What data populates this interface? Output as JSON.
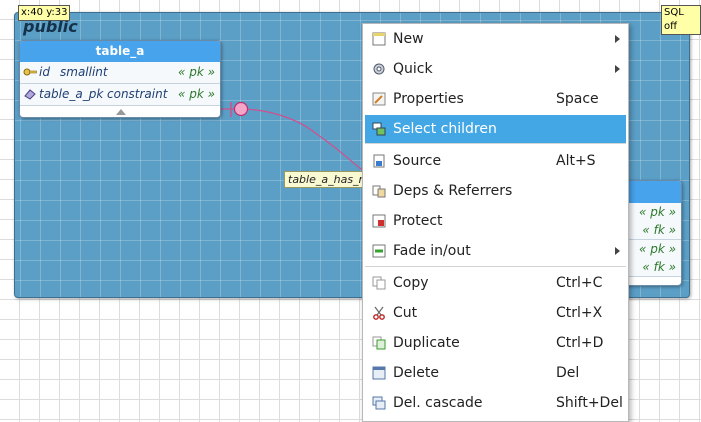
{
  "canvas": {
    "coord": "x:40 y:33",
    "sql_toggle": "SQL off"
  },
  "schema": {
    "name": "public"
  },
  "table_a": {
    "name": "table_a",
    "columns": [
      {
        "name": "id",
        "type": "smallint",
        "constraint": "« pk »",
        "icon": "key-icon"
      },
      {
        "name": "table_a_pk",
        "type": "constraint",
        "constraint": "« pk »",
        "icon": "constraint-icon"
      }
    ]
  },
  "table_b": {
    "constraints": [
      "« pk »",
      "« fk »",
      "« pk »",
      "« fk »"
    ]
  },
  "relationship": {
    "label": "table_a_has_ma"
  },
  "context_menu": {
    "items": [
      {
        "label": "New",
        "shortcut": "",
        "submenu": true,
        "icon": "new-icon"
      },
      {
        "label": "Quick",
        "shortcut": "",
        "submenu": true,
        "icon": "quick-icon"
      },
      {
        "label": "Properties",
        "shortcut": "Space",
        "submenu": false,
        "icon": "properties-icon"
      },
      {
        "label": "Select children",
        "shortcut": "",
        "submenu": false,
        "icon": "select-children-icon",
        "highlighted": true
      },
      {
        "label": "Source",
        "shortcut": "Alt+S",
        "submenu": false,
        "icon": "source-icon"
      },
      {
        "label": "Deps & Referrers",
        "shortcut": "",
        "submenu": false,
        "icon": "deps-icon"
      },
      {
        "label": "Protect",
        "shortcut": "",
        "submenu": false,
        "icon": "protect-icon"
      },
      {
        "label": "Fade in/out",
        "shortcut": "",
        "submenu": true,
        "icon": "fade-icon"
      },
      {
        "label": "Copy",
        "shortcut": "Ctrl+C",
        "submenu": false,
        "icon": "copy-icon"
      },
      {
        "label": "Cut",
        "shortcut": "Ctrl+X",
        "submenu": false,
        "icon": "cut-icon"
      },
      {
        "label": "Duplicate",
        "shortcut": "Ctrl+D",
        "submenu": false,
        "icon": "duplicate-icon"
      },
      {
        "label": "Delete",
        "shortcut": "Del",
        "submenu": false,
        "icon": "delete-icon"
      },
      {
        "label": "Del. cascade",
        "shortcut": "Shift+Del",
        "submenu": false,
        "icon": "del-cascade-icon"
      }
    ]
  },
  "colors": {
    "schema_bg": "#5b9fc7",
    "table_header": "#46a3ec",
    "menu_highlight": "#43a7e6",
    "relationship_line": "#d0508c"
  }
}
